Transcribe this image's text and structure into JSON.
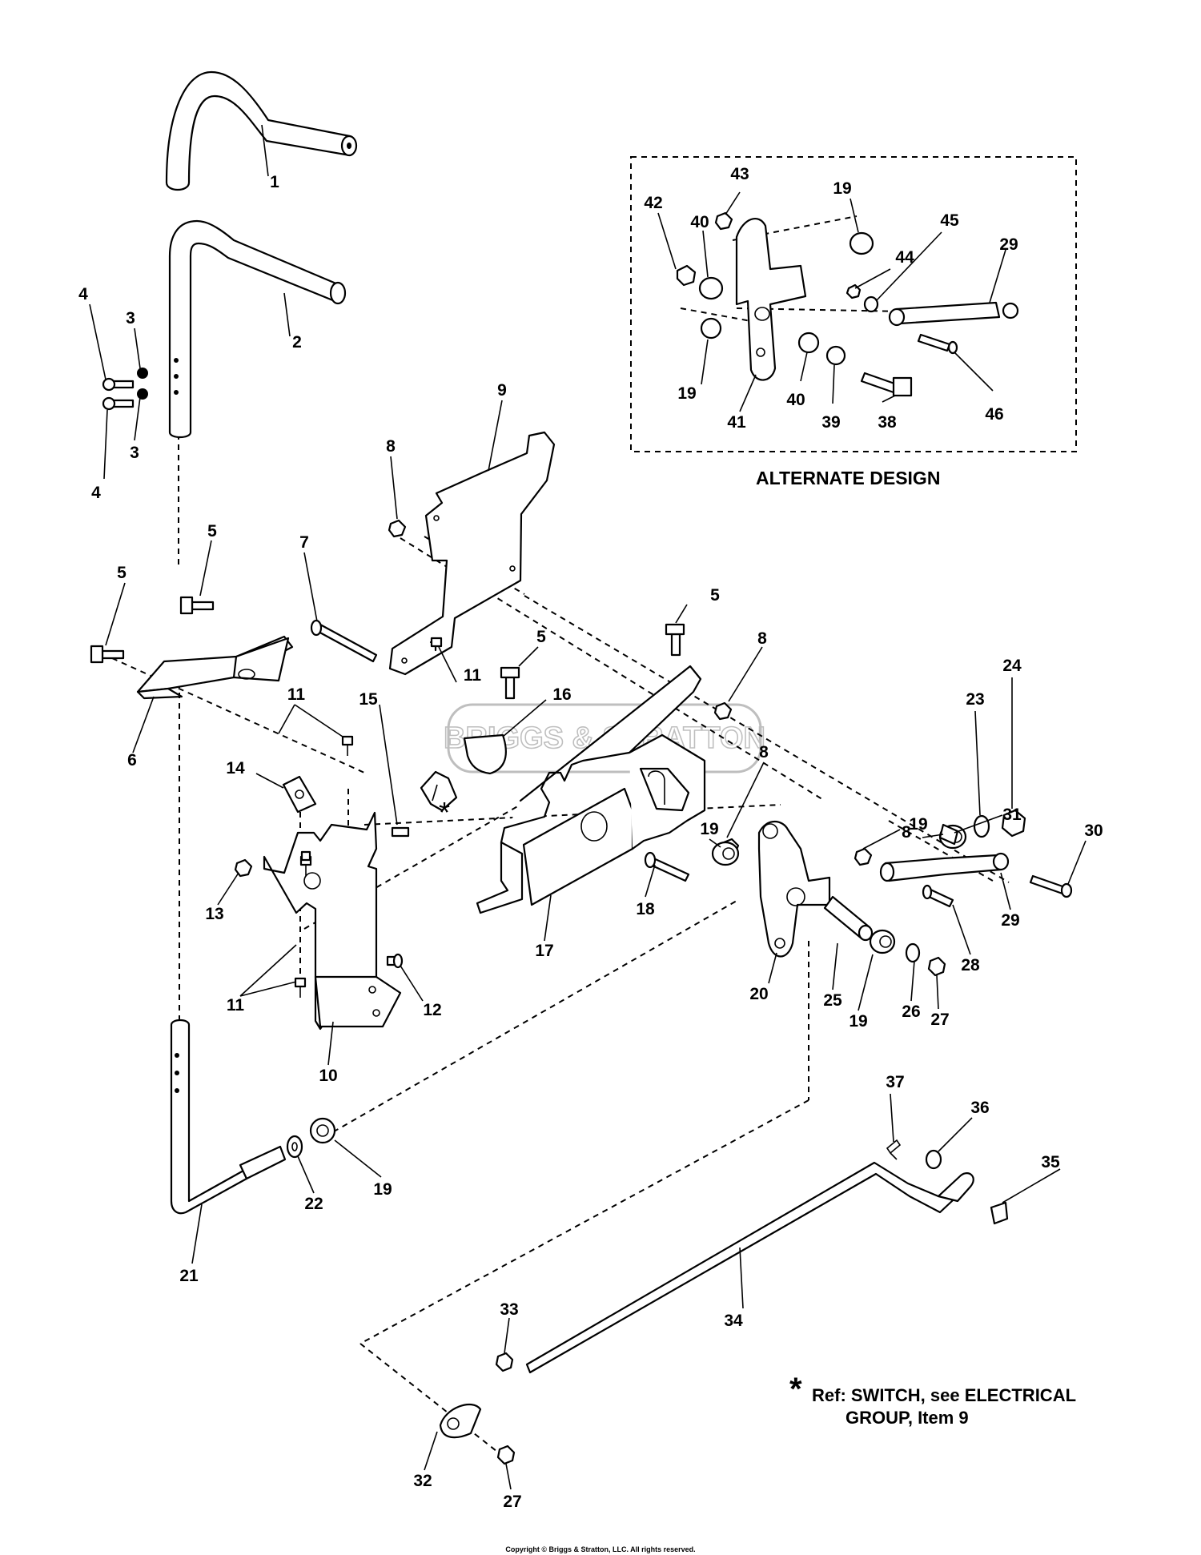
{
  "alternate_design_label": "ALTERNATE DESIGN",
  "note": {
    "star": "*",
    "line1": "Ref: SWITCH, see ELECTRICAL",
    "line2": "GROUP, Item 9"
  },
  "reference_star": "*",
  "copyright": "Copyright © Briggs & Stratton, LLC. All rights reserved.",
  "watermark": "BRIGGS & STRATTON",
  "callouts": [
    "1",
    "2",
    "3",
    "3",
    "4",
    "4",
    "5",
    "5",
    "5",
    "5",
    "6",
    "7",
    "8",
    "8",
    "8",
    "8",
    "9",
    "10",
    "11",
    "11",
    "11",
    "11",
    "12",
    "13",
    "14",
    "15",
    "16",
    "17",
    "18",
    "19",
    "19",
    "19",
    "19",
    "20",
    "21",
    "22",
    "23",
    "24",
    "25",
    "26",
    "27",
    "27",
    "28",
    "29",
    "30",
    "31",
    "32",
    "33",
    "34",
    "35",
    "36",
    "37",
    "19",
    "19",
    "38",
    "39",
    "40",
    "40",
    "41",
    "42",
    "43",
    "44",
    "45",
    "29",
    "46"
  ]
}
